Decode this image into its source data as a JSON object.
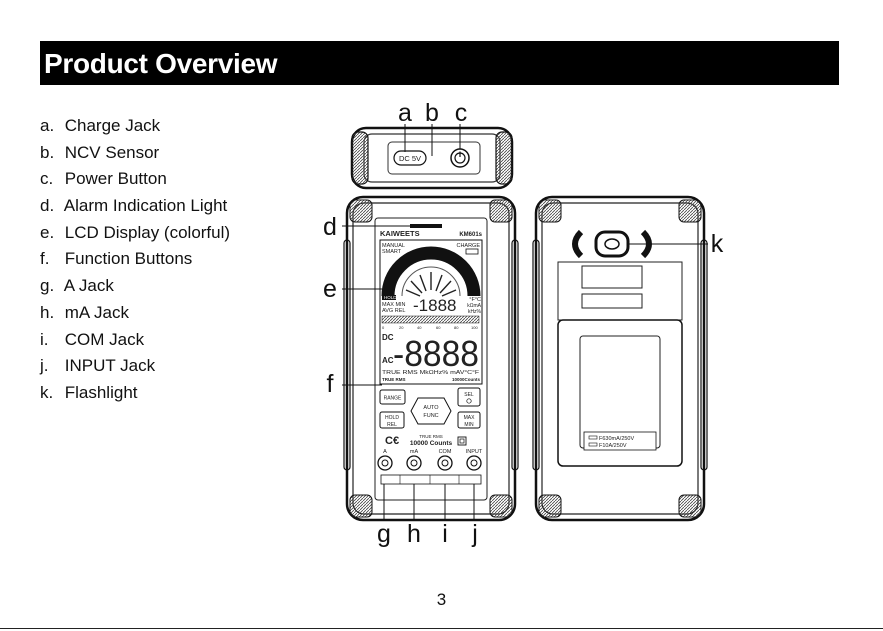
{
  "title": "Product Overview",
  "parts": [
    {
      "key": "a.",
      "label": "Charge Jack"
    },
    {
      "key": "b.",
      "label": "NCV Sensor"
    },
    {
      "key": "c.",
      "label": "Power Button"
    },
    {
      "key": "d.",
      "label": "Alarm Indication Light"
    },
    {
      "key": "e.",
      "label": "LCD Display (colorful)"
    },
    {
      "key": "f.",
      "label": "Function Buttons"
    },
    {
      "key": "g.",
      "label": "A Jack"
    },
    {
      "key": "h.",
      "label": "mA Jack"
    },
    {
      "key": "i.",
      "label": "COM Jack"
    },
    {
      "key": "j.",
      "label": "INPUT Jack"
    },
    {
      "key": "k.",
      "label": "Flashlight"
    }
  ],
  "callouts": [
    "a",
    "b",
    "c",
    "d",
    "e",
    "f",
    "g",
    "h",
    "i",
    "j",
    "k"
  ],
  "device": {
    "top_label": "DC 5V",
    "brand": "KAIWEETS",
    "model": "KM601s",
    "lcd": {
      "manual": "MANUAL",
      "smart": "SMART",
      "charge": "CHARGE",
      "hold": "HOLD",
      "maxmin": "MAX MIN",
      "avgrel": "AVG REL",
      "small_digits": "-1888",
      "temp_units": "°F°C",
      "small_units": "kΩmA",
      "hz_units": "kHz%",
      "scale": [
        "0",
        "20",
        "40",
        "60",
        "80",
        "100"
      ],
      "dc": "DC",
      "ac": "AC",
      "big_digits": "-8888",
      "units_line": "TRUE RMS  MkΩHz%  mAV°C°F",
      "true_rms": "TRUE RMS",
      "counts": "10000Counts"
    },
    "buttons": {
      "range": "RANGE",
      "sel": "SEL",
      "auto": "AUTO",
      "func": "FUNC",
      "hold": "HOLD",
      "rel": "REL",
      "max": "MAX",
      "min": "MIN"
    },
    "true_rms": "TRUE RMS",
    "counts_label": "10000 Counts",
    "jacks": [
      "A",
      "mA",
      "COM",
      "INPUT"
    ],
    "fuse1": "F630mA/250V",
    "fuse2": "F10A/250V"
  },
  "page_number": "3"
}
